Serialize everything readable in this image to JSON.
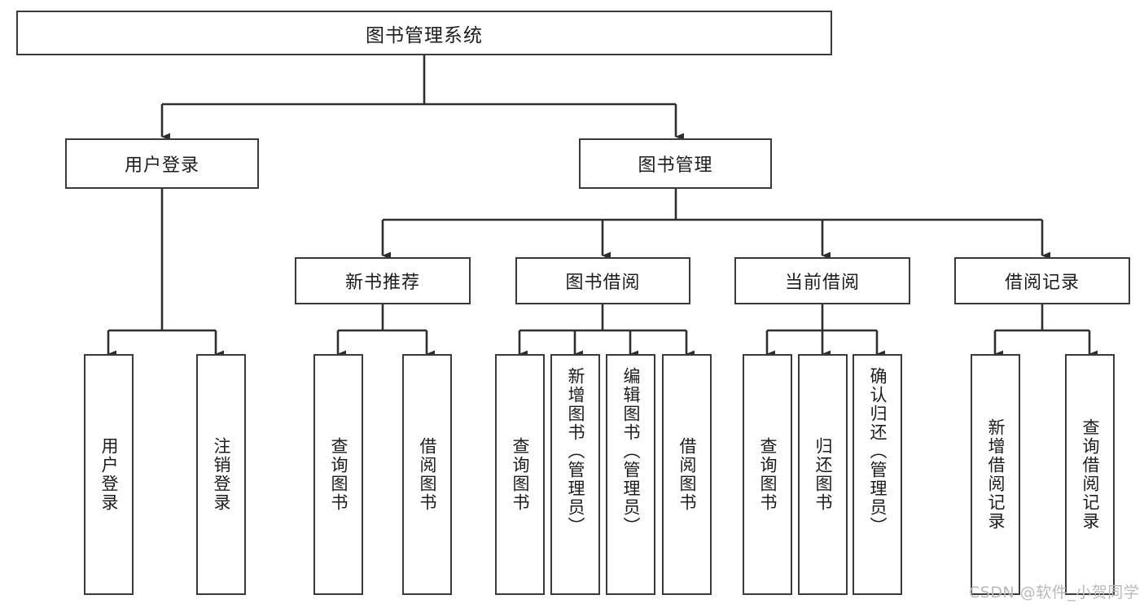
{
  "diagram": {
    "type": "tree-hierarchy",
    "title": "图书管理系统",
    "root": {
      "label": "图书管理系统"
    },
    "level2": [
      {
        "id": "user-login",
        "label": "用户登录"
      },
      {
        "id": "book-manage",
        "label": "图书管理"
      }
    ],
    "level3": [
      {
        "id": "new-book-recommend",
        "label": "新书推荐",
        "parent": "book-manage"
      },
      {
        "id": "book-borrow",
        "label": "图书借阅",
        "parent": "book-manage"
      },
      {
        "id": "current-borrow",
        "label": "当前借阅",
        "parent": "book-manage"
      },
      {
        "id": "borrow-record",
        "label": "借阅记录",
        "parent": "book-manage"
      }
    ],
    "leaves": [
      {
        "id": "leaf-user-login",
        "label": "用户登录",
        "parent": "user-login"
      },
      {
        "id": "leaf-logout-login",
        "label": "注销登录",
        "parent": "user-login"
      },
      {
        "id": "leaf-query-book-1",
        "label": "查询图书",
        "parent": "new-book-recommend"
      },
      {
        "id": "leaf-borrow-book-1",
        "label": "借阅图书",
        "parent": "new-book-recommend"
      },
      {
        "id": "leaf-query-book-2",
        "label": "查询图书",
        "parent": "book-borrow"
      },
      {
        "id": "leaf-add-book",
        "label": "新增图书（管理员）",
        "parent": "book-borrow"
      },
      {
        "id": "leaf-edit-book",
        "label": "编辑图书（管理员）",
        "parent": "book-borrow"
      },
      {
        "id": "leaf-borrow-book-2",
        "label": "借阅图书",
        "parent": "book-borrow"
      },
      {
        "id": "leaf-query-book-3",
        "label": "查询图书",
        "parent": "current-borrow"
      },
      {
        "id": "leaf-return-book",
        "label": "归还图书",
        "parent": "current-borrow"
      },
      {
        "id": "leaf-confirm-return",
        "label": "确认归还（管理员）",
        "parent": "current-borrow"
      },
      {
        "id": "leaf-add-record",
        "label": "新增借阅记录",
        "parent": "borrow-record"
      },
      {
        "id": "leaf-query-record",
        "label": "查询借阅记录",
        "parent": "borrow-record"
      }
    ],
    "watermark": "CSDN @软件_小贺同学",
    "colors": {
      "border": "#3a3a3a",
      "background": "#ffffff",
      "text": "#1c1c1c",
      "connector": "#2e2e2e",
      "watermark": "#b9b9b9"
    }
  }
}
